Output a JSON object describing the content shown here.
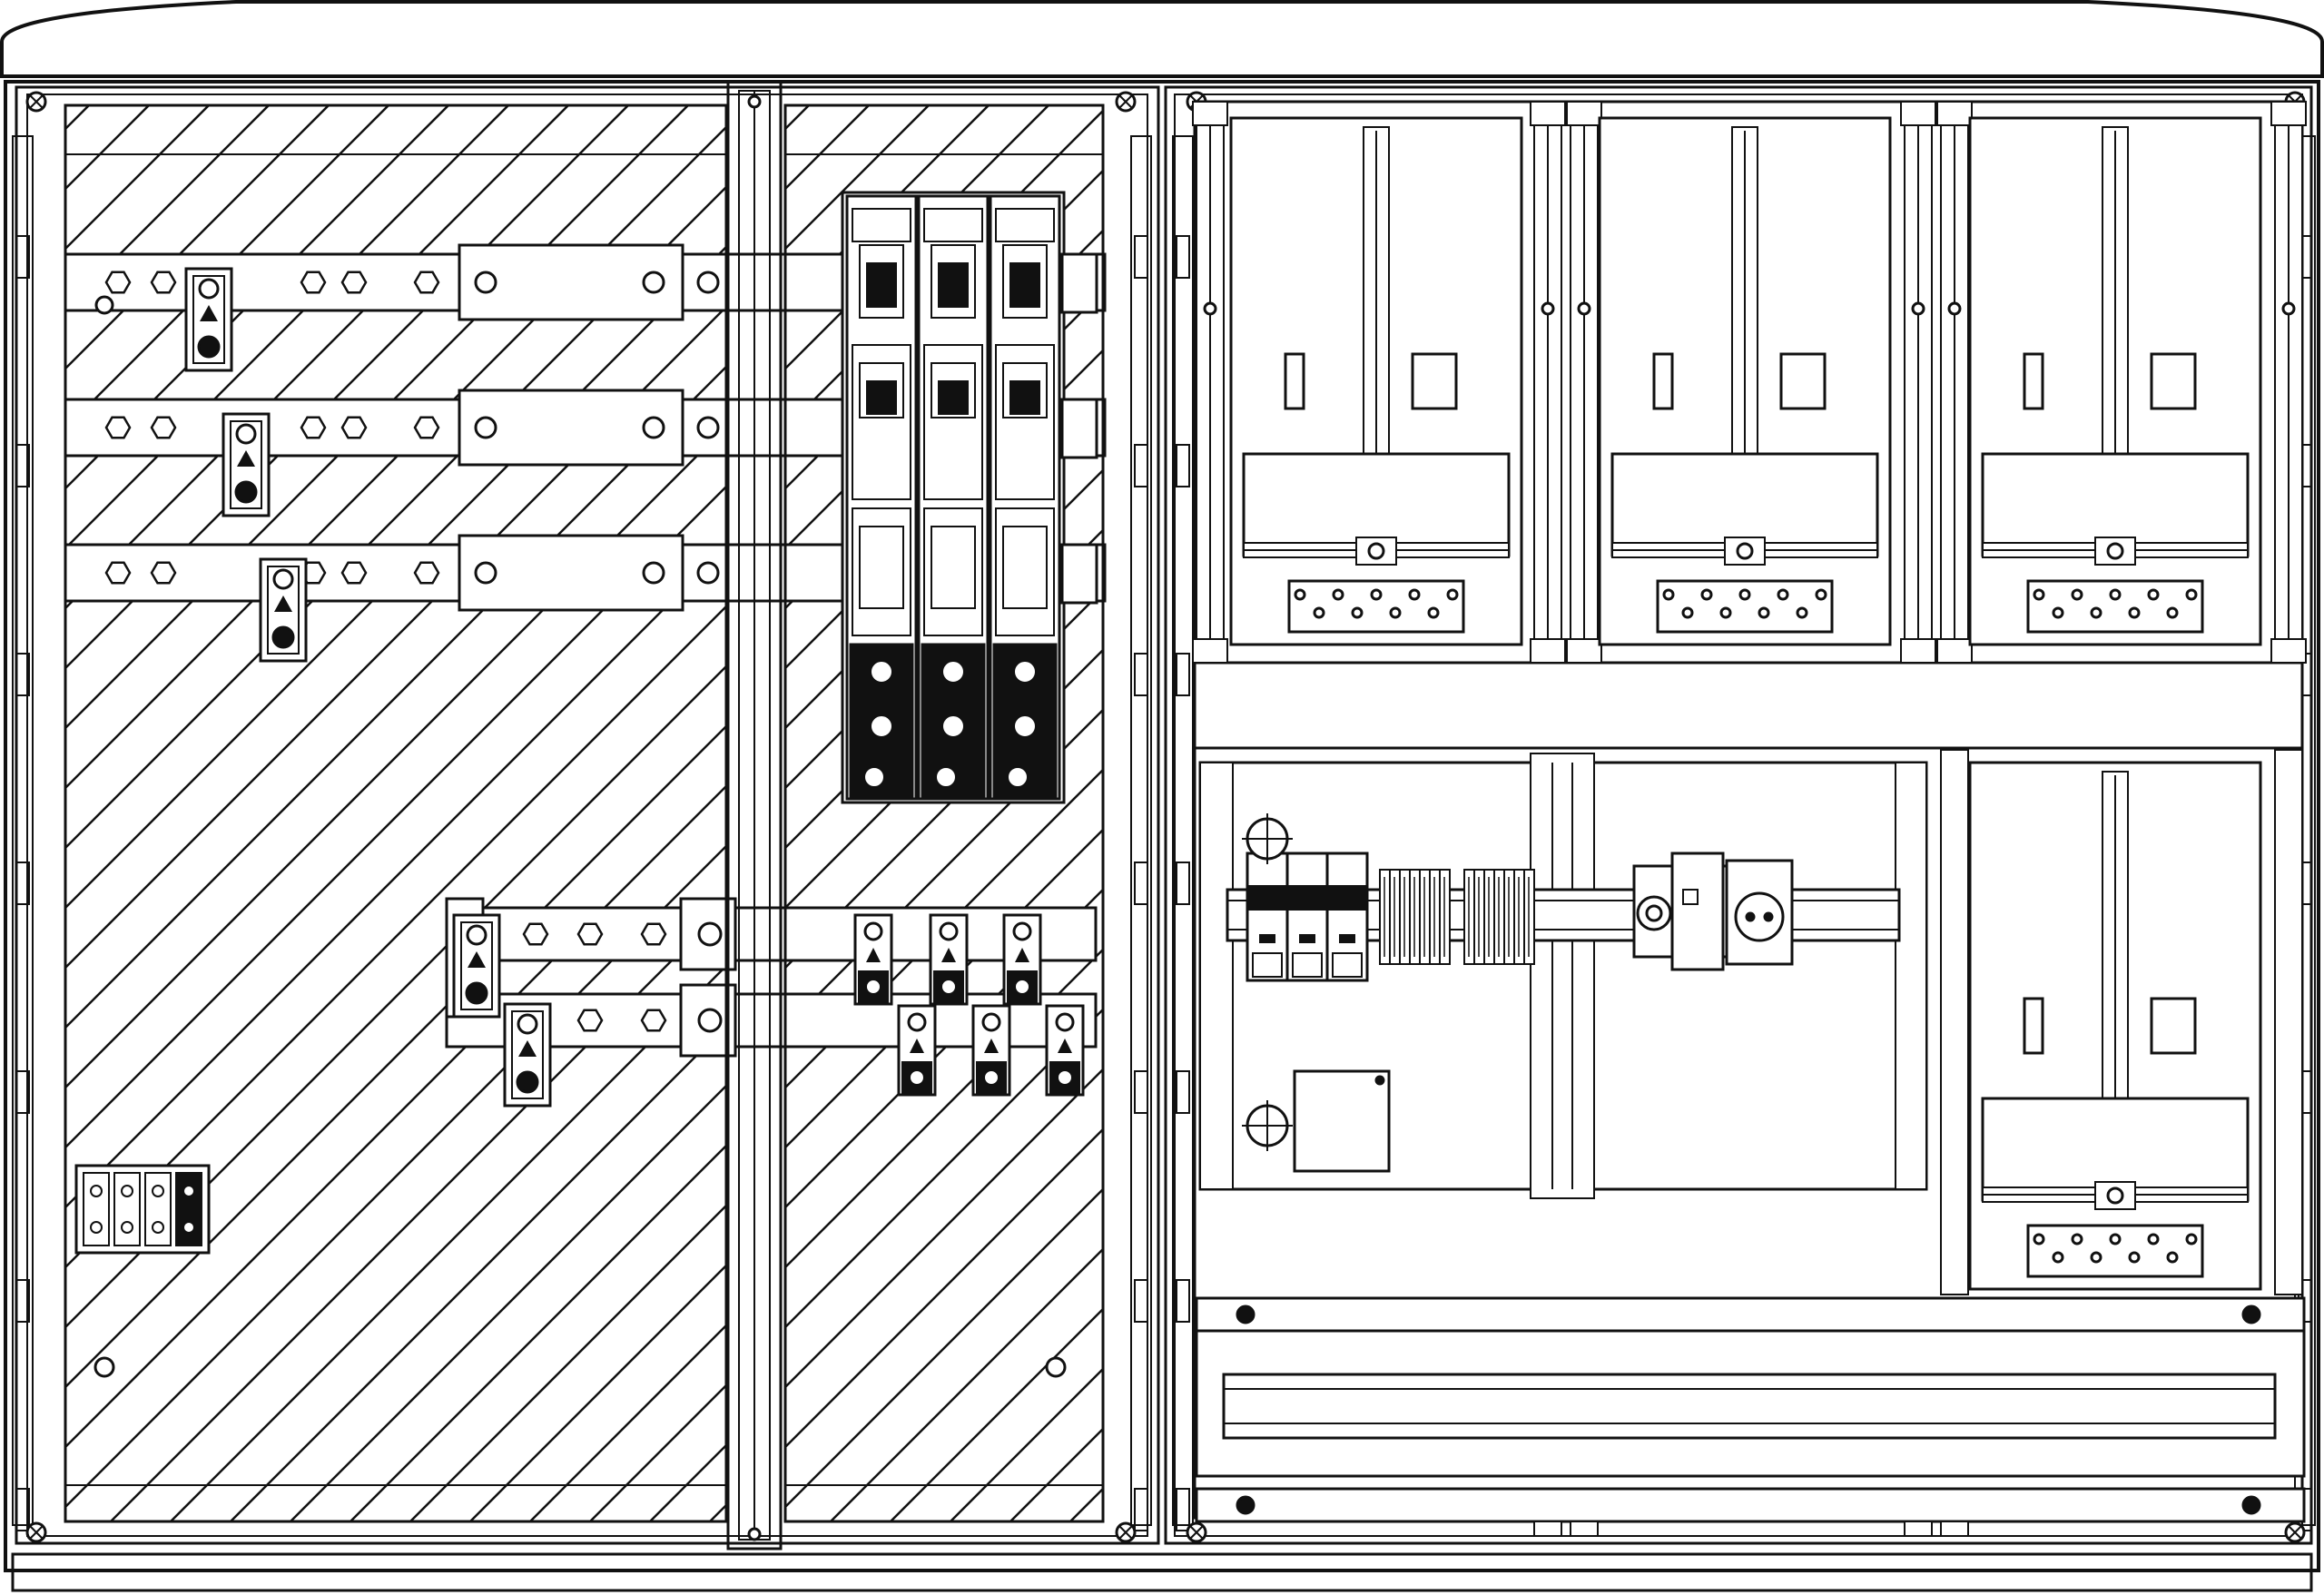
{
  "drawing": {
    "subject": "",
    "style": "black line art on white",
    "colors": {
      "line": "#111111",
      "background": "#ffffff"
    }
  },
  "left_cabinet": {
    "busbar_count": 3,
    "clamp_count": 3,
    "fuse_switch_count": 3,
    "cable_lug_count": 8,
    "terminal_block_count": 1
  },
  "right_cabinet": {
    "meter_bay_count": 4,
    "din_rail_panel": {
      "breaker_count": 3,
      "terminal_count": 14,
      "outlet_count": 1
    },
    "cable_channel_count": 1
  }
}
